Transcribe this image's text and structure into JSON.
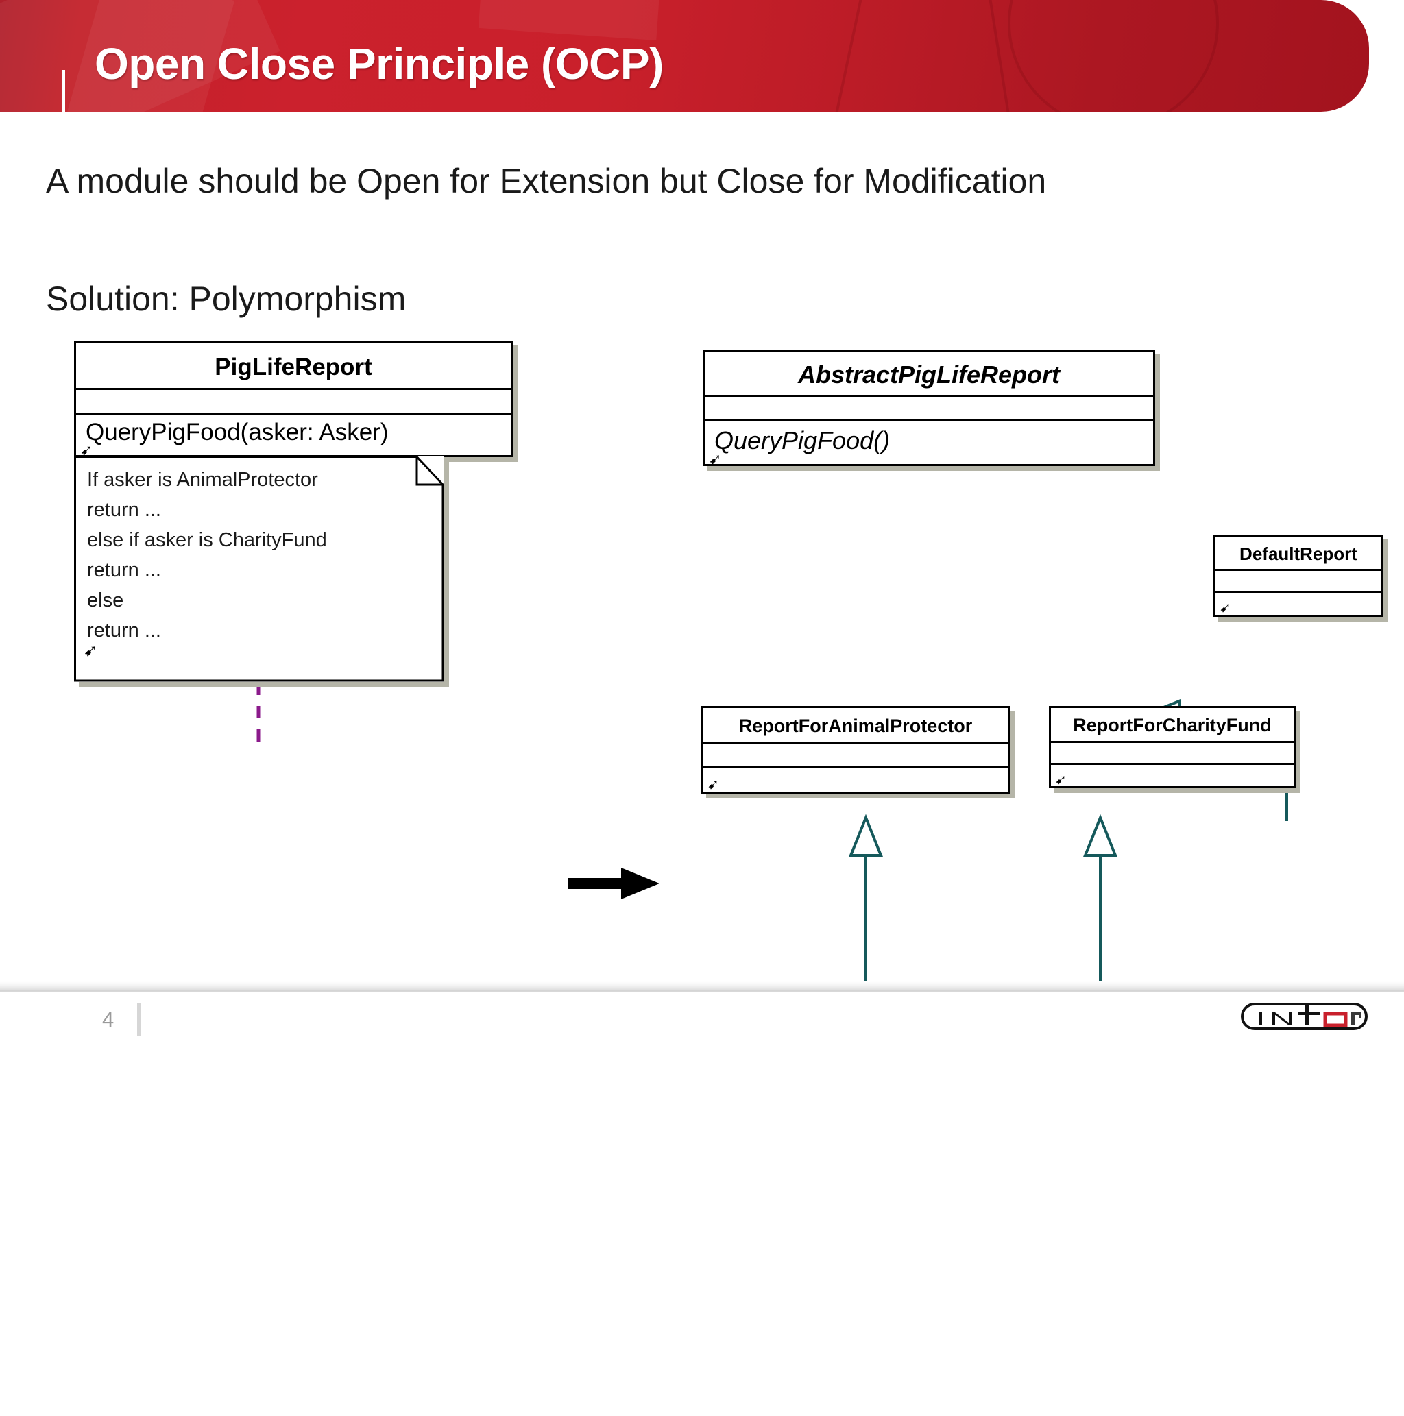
{
  "slide": {
    "title": "Open Close Principle (OCP)",
    "subtitle_1": "A module should be Open for Extension but Close for Modification",
    "subtitle_2": "Solution: Polymorphism",
    "page_number": "4"
  },
  "colors": {
    "banner_red_light": "#cb212d",
    "banner_red_dark": "#a3131e",
    "uml_border": "#000000",
    "uml_shadow": "#b5b5a8",
    "generalization": "#15595b",
    "note_link": "#8b1a8b",
    "logo_red": "#c8202c",
    "footer_text": "#9a9a9a"
  },
  "diagram": {
    "before": {
      "class": {
        "name": "PigLifeReport",
        "abstract": false,
        "attributes": [],
        "operations": [
          "QueryPigFood(asker: Asker)"
        ],
        "corner_glyph": "arrow-glyph"
      },
      "note": {
        "lines": [
          "If asker is AnimalProtector",
          "return ...",
          "else if asker is CharityFund",
          "return ...",
          "else",
          "return ..."
        ],
        "corner_glyph": "arrow-glyph"
      },
      "note_link": "dashed"
    },
    "transform_arrow": "right-arrow-icon",
    "after": {
      "base": {
        "name": "AbstractPigLifeReport",
        "abstract": true,
        "attributes": [],
        "operations": [
          "QueryPigFood()"
        ],
        "corner_glyph": "arrow-glyph"
      },
      "subclasses": [
        {
          "name": "ReportForAnimalProtector",
          "abstract": false,
          "attributes": [],
          "operations": [],
          "corner_glyph": "arrow-glyph"
        },
        {
          "name": "ReportForCharityFund",
          "abstract": false,
          "attributes": [],
          "operations": [],
          "corner_glyph": "arrow-glyph"
        },
        {
          "name": "DefaultReport",
          "abstract": false,
          "attributes": [],
          "operations": [],
          "corner_glyph": "arrow-glyph"
        }
      ],
      "relations": [
        {
          "from": "ReportForAnimalProtector",
          "to": "AbstractPigLifeReport",
          "type": "generalization"
        },
        {
          "from": "ReportForCharityFund",
          "to": "AbstractPigLifeReport",
          "type": "generalization"
        },
        {
          "from": "DefaultReport",
          "to": "AbstractPigLifeReport",
          "type": "generalization"
        }
      ]
    }
  },
  "footer": {
    "logo_text": "infor",
    "logo_letters": [
      "i",
      "n",
      "f",
      "o",
      "r"
    ]
  }
}
